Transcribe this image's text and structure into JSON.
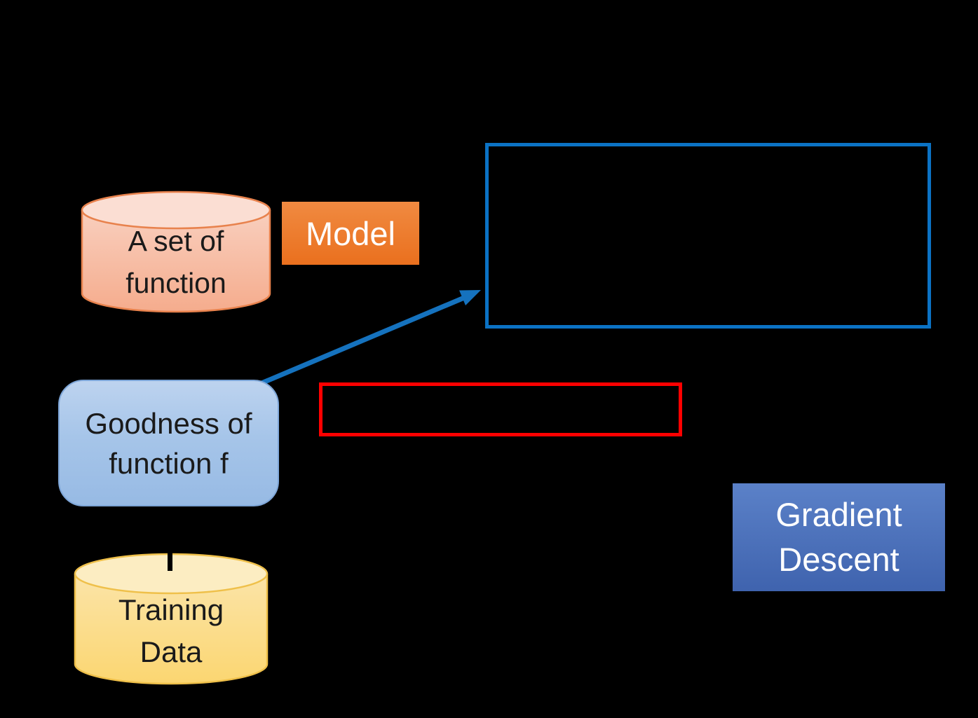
{
  "diagram": {
    "background": "#000000",
    "function_set_cylinder": {
      "line1": "A set of",
      "line2": "function"
    },
    "model_badge": {
      "label": "Model"
    },
    "blue_outline_box": {
      "content": ""
    },
    "goodness_box": {
      "line1": "Goodness of",
      "line2": "function f"
    },
    "red_outline_box": {
      "content": ""
    },
    "training_data_cylinder": {
      "line1": "Training",
      "line2": "Data"
    },
    "gradient_descent_badge": {
      "line1": "Gradient",
      "line2": "Descent"
    },
    "colors": {
      "background": "#000000",
      "blue_outline": "#0B72C4",
      "red_outline": "#FF0000",
      "arrow": "#1572BE",
      "model_fill_top": "#F08A41",
      "model_fill_bottom": "#EA701E",
      "model_text": "#FFFFFF",
      "goodness_fill_top": "#BDD3EF",
      "goodness_fill_bottom": "#97BAE4",
      "goodness_border": "#7EA6D8",
      "function_set_top_ellipse": "#FBDED3",
      "function_set_body_top": "#F9CFBE",
      "function_set_body_bottom": "#F5AC8D",
      "function_set_border": "#E8824D",
      "training_top_ellipse": "#FCEDC2",
      "training_body_top": "#FBE4A8",
      "training_body_bottom": "#FBD671",
      "training_border": "#EFC04A",
      "gradient_descent_fill_top": "#5B81C8",
      "gradient_descent_fill_bottom": "#3F63AE",
      "gradient_descent_text": "#FFFFFF",
      "shape_text": "#1A1A1A"
    }
  }
}
